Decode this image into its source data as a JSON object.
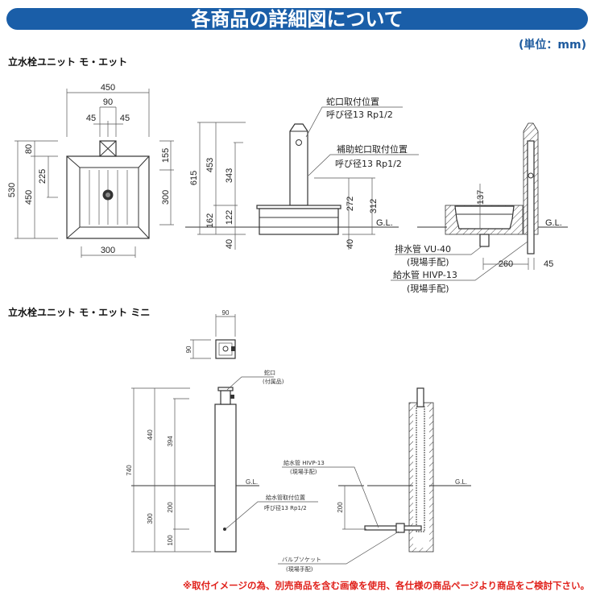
{
  "header": {
    "title": "各商品の詳細図について",
    "unit": "(単位：mm)",
    "bar_color": "#1a5ea8"
  },
  "section1": {
    "title": "立水栓ユニット モ・エット",
    "plan": {
      "w450": "450",
      "w90": "90",
      "w45a": "45",
      "w45b": "45",
      "h530": "530",
      "h450": "450",
      "h80": "80",
      "h225": "225",
      "h155": "155",
      "h300": "300",
      "w300": "300"
    },
    "front": {
      "d615": "615",
      "d453": "453",
      "d343": "343",
      "d162": "162",
      "d122": "122",
      "d40a": "40",
      "d272": "272",
      "d312": "312",
      "d40b": "40",
      "gl": "G.L.",
      "faucet_label": "蛇口取付位置",
      "faucet_size": "呼び径13 Rp1/2",
      "aux_label": "補助蛇口取付位置",
      "aux_size": "呼び径13 Rp1/2"
    },
    "side": {
      "d137": "137",
      "gl": "G.L.",
      "drain_label": "排水管  VU-40",
      "drain_note": "(現場手配)",
      "supply_label": "給水管  HIVP-13",
      "supply_note": "(現場手配)",
      "d260": "260",
      "d45": "45"
    }
  },
  "section2": {
    "title": "立水栓ユニット モ・エット ミニ",
    "plan": {
      "w90": "90",
      "h90": "90"
    },
    "front": {
      "d740": "740",
      "d440": "440",
      "d394": "394",
      "d300": "300",
      "d200": "200",
      "d100": "100",
      "gl": "G.L.",
      "faucet_label": "蛇口",
      "faucet_note": "(付属品)",
      "supply_pos_label": "給水管取付位置",
      "supply_pos_size": "呼び径13 Rp1/2"
    },
    "side": {
      "gl": "G.L.",
      "d200": "200",
      "supply_label": "給水管  HIVP-13",
      "supply_note": "(現場手配)",
      "valve_label": "バルブソケット",
      "valve_note": "(現場手配)"
    }
  },
  "footer": {
    "note": "※取付イメージの為、別売商品を含む画像を使用、各仕様の商品ページより商品をご検討下さい。",
    "color": "#e0201a"
  }
}
